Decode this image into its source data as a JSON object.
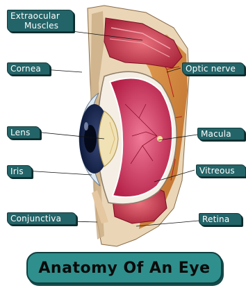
{
  "labels": {
    "extraocular_muscles": [
      "Extraocular",
      "Muscles"
    ],
    "cornea": "Cornea",
    "optic_nerve": "Optic nerve",
    "lens": "Lens",
    "macula": "Macula",
    "iris": "Iris",
    "vitreous": "Vitreous",
    "conjunctiva": "Conjunctiva",
    "retina": "Retina"
  },
  "title": "Anatomy Of An Eye",
  "colors": {
    "label_bg": "#236468",
    "label_text": "#ffffff",
    "banner_bg": "#2f8f8c",
    "background": "#ffffff"
  }
}
